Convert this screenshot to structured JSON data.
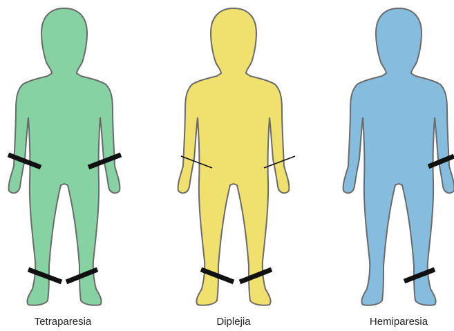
{
  "figures": [
    {
      "label": "Tetraparesia",
      "fill": "#86d2a2"
    },
    {
      "label": "Diplejia",
      "fill": "#f0e06e"
    },
    {
      "label": "Hemiparesia",
      "fill": "#86bddf"
    }
  ],
  "outline_color": "#6a6a6a",
  "marker_color": "#111111"
}
